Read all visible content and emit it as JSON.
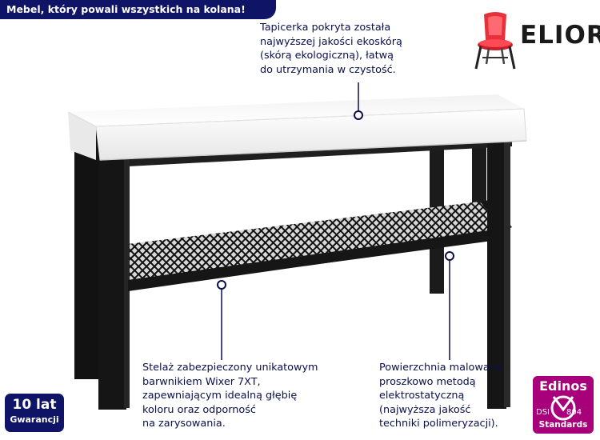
{
  "banner": {
    "text": "Mebel, który powali wszystkich na kolana!"
  },
  "brand": {
    "name": "ELIOR"
  },
  "callouts": {
    "upholstery": [
      "Tapicerka pokryta została",
      "najwyższej jakości ekoskórą",
      "(skórą ekologiczną), łatwą",
      "do utrzymania w czystość."
    ],
    "frame": [
      "Stelaż zabezpieczony unikatowym",
      "barwnikiem Wixer 7XT,",
      "zapewniającym idealną głębię",
      "koloru oraz odporność",
      "na zarysowania."
    ],
    "coating": [
      "Powierzchnia malowana",
      "proszkowo metodą",
      "elektrostatyczną",
      "(najwyższa jakość",
      "techniki polimeryzacji)."
    ]
  },
  "warranty": {
    "years": "10 lat",
    "label": "Gwarancji"
  },
  "certificate": {
    "brand": "Edinos",
    "left_code": "DSI",
    "right_code": "804",
    "label": "Standards"
  },
  "colors": {
    "navy": "#0f1466",
    "magenta": "#a8007a",
    "chair_red": "#e8303a",
    "frame_black": "#141414",
    "seat_white": "#f7f7f7"
  },
  "icons": {
    "logo": "chair-icon"
  }
}
